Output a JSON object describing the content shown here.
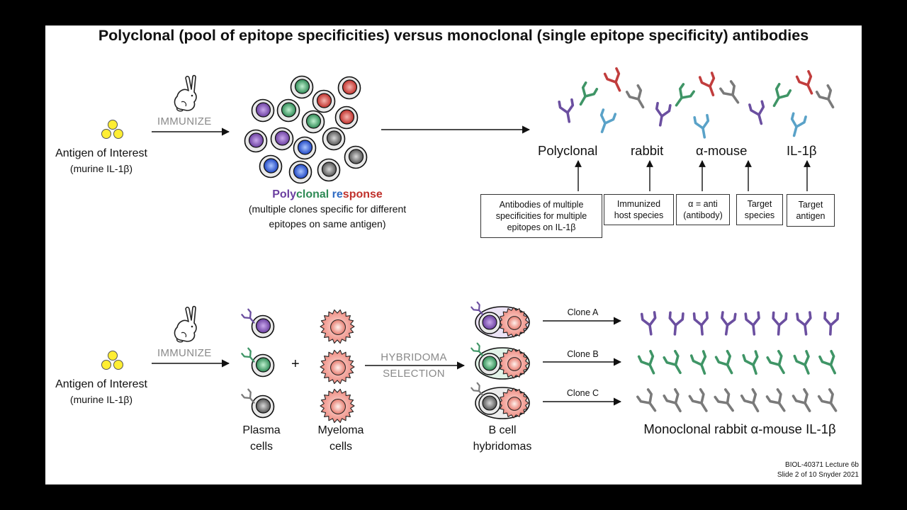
{
  "title": "Polyclonal (pool of epitope specificities) versus monoclonal (single epitope specificity) antibodies",
  "top": {
    "antigen_label": "Antigen of Interest",
    "antigen_sub": "(murine IL-1β)",
    "immunize_label": "IMMUNIZE",
    "response_parts": [
      "Poly",
      "clonal",
      " re",
      "sponse"
    ],
    "response_desc_line1": "(multiple clones specific for different",
    "response_desc_line2": "epitopes on same antigen)",
    "name_words": [
      "Polyclonal",
      "rabbit",
      "α-mouse",
      "IL-1β"
    ],
    "boxes": [
      {
        "line1": "Antibodies of multiple",
        "line2": "specificities for multiple",
        "line3": "epitopes on IL-1β"
      },
      {
        "line1": "Immunized",
        "line2": "host species"
      },
      {
        "line1": "α = anti",
        "line2": "(antibody)"
      },
      {
        "line1": "Target",
        "line2": "species"
      },
      {
        "line1": "Target",
        "line2": "antigen"
      }
    ]
  },
  "bottom": {
    "antigen_label": "Antigen of Interest",
    "antigen_sub": "(murine IL-1β)",
    "immunize_label": "IMMUNIZE",
    "plus": "+",
    "hybridoma_line1": "HYBRIDOMA",
    "hybridoma_line2": "SELECTION",
    "plasma_line1": "Plasma",
    "plasma_line2": "cells",
    "myeloma_line1": "Myeloma",
    "myeloma_line2": "cells",
    "bcell_line1": "B cell",
    "bcell_line2": "hybridomas",
    "clones": [
      "Clone A",
      "Clone B",
      "Clone C"
    ],
    "monoclonal_label": "Monoclonal rabbit α-mouse IL-1β"
  },
  "footer_line1": "BIOL-40371 Lecture 6b",
  "footer_line2": "Slide 2 of 10 Snyder 2021",
  "colors": {
    "purple": "#6b4fa0",
    "green": "#3f9566",
    "red": "#c13d3d",
    "blue": "#2f5fb8",
    "gray": "#7a7a7a",
    "light_blue": "#5aa2c8",
    "antigen_yellow": "#ffee33",
    "myeloma_pink": "#f3a39a"
  }
}
